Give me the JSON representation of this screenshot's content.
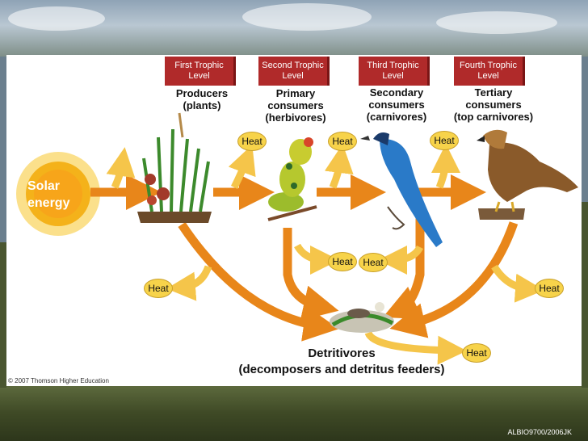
{
  "diagram": {
    "levels": [
      {
        "tab": [
          "First Trophic",
          "Level"
        ],
        "label": "Producers\n(plants)"
      },
      {
        "tab": [
          "Second Trophic",
          "Level"
        ],
        "label": "Primary\nconsumers\n(herbivores)"
      },
      {
        "tab": [
          "Third Trophic",
          "Level"
        ],
        "label": "Secondary\nconsumers\n(carnivores)"
      },
      {
        "tab": [
          "Fourth Trophic",
          "Level"
        ],
        "label": "Tertiary\nconsumers\n(top carnivores)"
      }
    ],
    "solar": "Solar\nenergy",
    "heat_label": "Heat",
    "detritivores": "Detritivores\n(decomposers and detritus feeders)",
    "copyright": "© 2007 Thomson Higher Education",
    "credit": "ALBIO9700/2006JK"
  },
  "colors": {
    "arrow": "#e8861a",
    "arrow_light": "#f5c54a",
    "tab": "#b02a2a",
    "heat": "#f7d34a",
    "sun": "#f4b21a"
  }
}
